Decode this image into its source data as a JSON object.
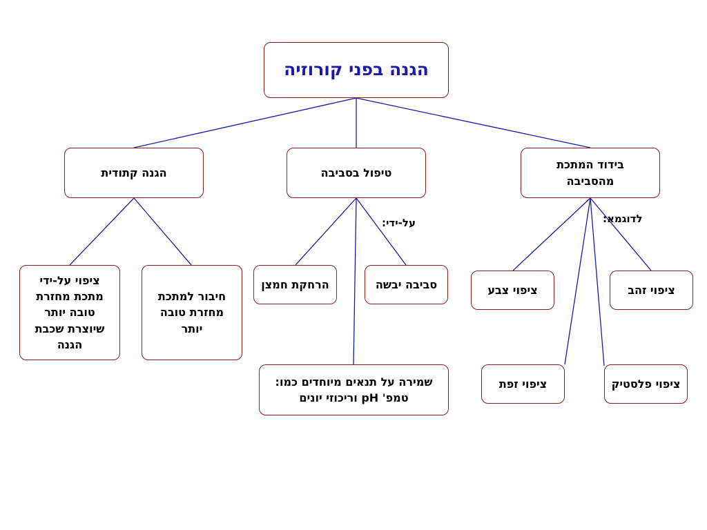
{
  "diagram": {
    "root": {
      "label": "הגנה בפני קורוזיה"
    },
    "branches": {
      "isolation": {
        "label": "בידוד המתכת\nמהסביבה"
      },
      "environment": {
        "label": "טיפול בסביבה"
      },
      "cathodic": {
        "label": "הגנה קתודית"
      }
    },
    "notes": {
      "example": "לדוגמא:",
      "by_means": "על-ידי:"
    },
    "leaves": {
      "gold": "ציפוי זהב",
      "paint": "ציפוי צבע",
      "tar": "ציפוי זפת",
      "plastic": "ציפוי פלסטיק",
      "dry": "סביבה יבשה",
      "oxygen": "הרחקת חמצן",
      "conditions": "שמירה על תנאים מיוחדים כמו:\nטמפ' pH וריכוזי יונים",
      "connect": "חיבור למתכת\nמחזרת טובה\nיותר",
      "coating": "ציפוי על-ידי\nמתכת מחזרת\nטובה יותר\nשיוצרת שכבת\nהגנה"
    }
  }
}
